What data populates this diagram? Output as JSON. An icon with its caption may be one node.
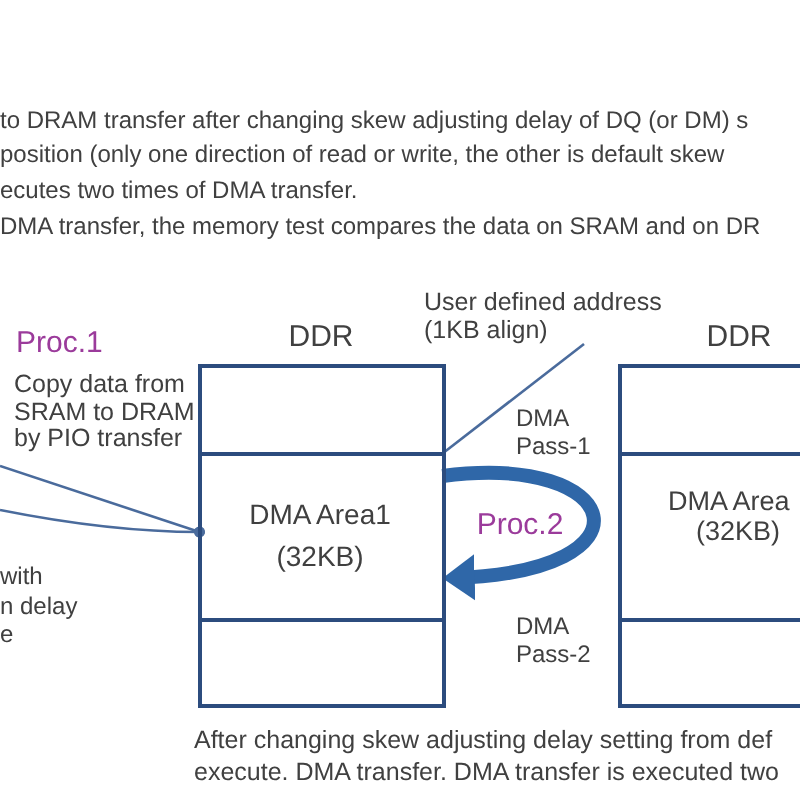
{
  "diagram": {
    "nodes": [
      {
        "text": [
          "User defined address (1KB align)"
        ]
      },
      {
        "text": [
          "DDR"
        ]
      },
      {
        "text": [
          "DMA Area1",
          "(32KB)"
        ],
        "in": 1
      },
      {
        "text": [
          "DDR"
        ]
      },
      {
        "text": [
          "DMA Area",
          "(32KB)"
        ],
        "in": 3
      }
    ],
    "edges": [
      {
        "from": null,
        "to": 2,
        "arrow": "other"
      },
      {
        "from": null,
        "to": 2,
        "arrow": "other"
      },
      {
        "from": 0,
        "to": 2,
        "arrow": "none"
      },
      {
        "from": 2,
        "to": 2,
        "arrow": "to",
        "label": "Proc.2",
        "style": "thick",
        "color": "#2f67a8"
      }
    ],
    "labels": [
      "to DRAM transfer after changing skew adjusting delay of DQ (or DM) s",
      "position (only one direction of read or write, the other is default skew",
      "ecutes two times of DMA transfer.",
      "DMA transfer, the memory test compares the data on SRAM and on DR",
      "Proc.1",
      "Copy data from SRAM to DRAM by PIO transfer",
      "DMA Pass-1",
      "with",
      "n delay",
      "e",
      "DMA Pass-2",
      "After changing skew adjusting delay setting from def",
      "execute. DMA transfer. DMA transfer is executed two"
    ]
  }
}
